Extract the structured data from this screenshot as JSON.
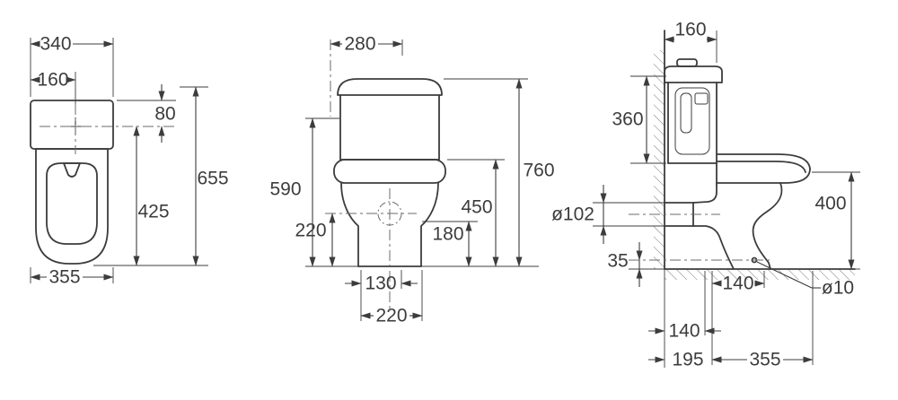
{
  "drawing": {
    "colors": {
      "line": "#3c3c3c",
      "centerline": "#6b6b6b",
      "background": "#ffffff"
    },
    "views": {
      "top": {
        "dims": {
          "d340": "340",
          "d160": "160",
          "d80": "80",
          "d655": "655",
          "d425": "425",
          "d355": "355"
        }
      },
      "front": {
        "dims": {
          "d280": "280",
          "d590": "590",
          "d760": "760",
          "d450": "450",
          "d220_outlet": "220",
          "d180": "180",
          "d130": "130",
          "d220_base": "220"
        }
      },
      "side": {
        "dims": {
          "d160": "160",
          "d360": "360",
          "d102": "ø102",
          "d35": "35",
          "d400": "400",
          "d140_fixing": "140",
          "d10": "ø10",
          "d140_wall": "140",
          "d195": "195",
          "d355": "355"
        }
      }
    }
  }
}
